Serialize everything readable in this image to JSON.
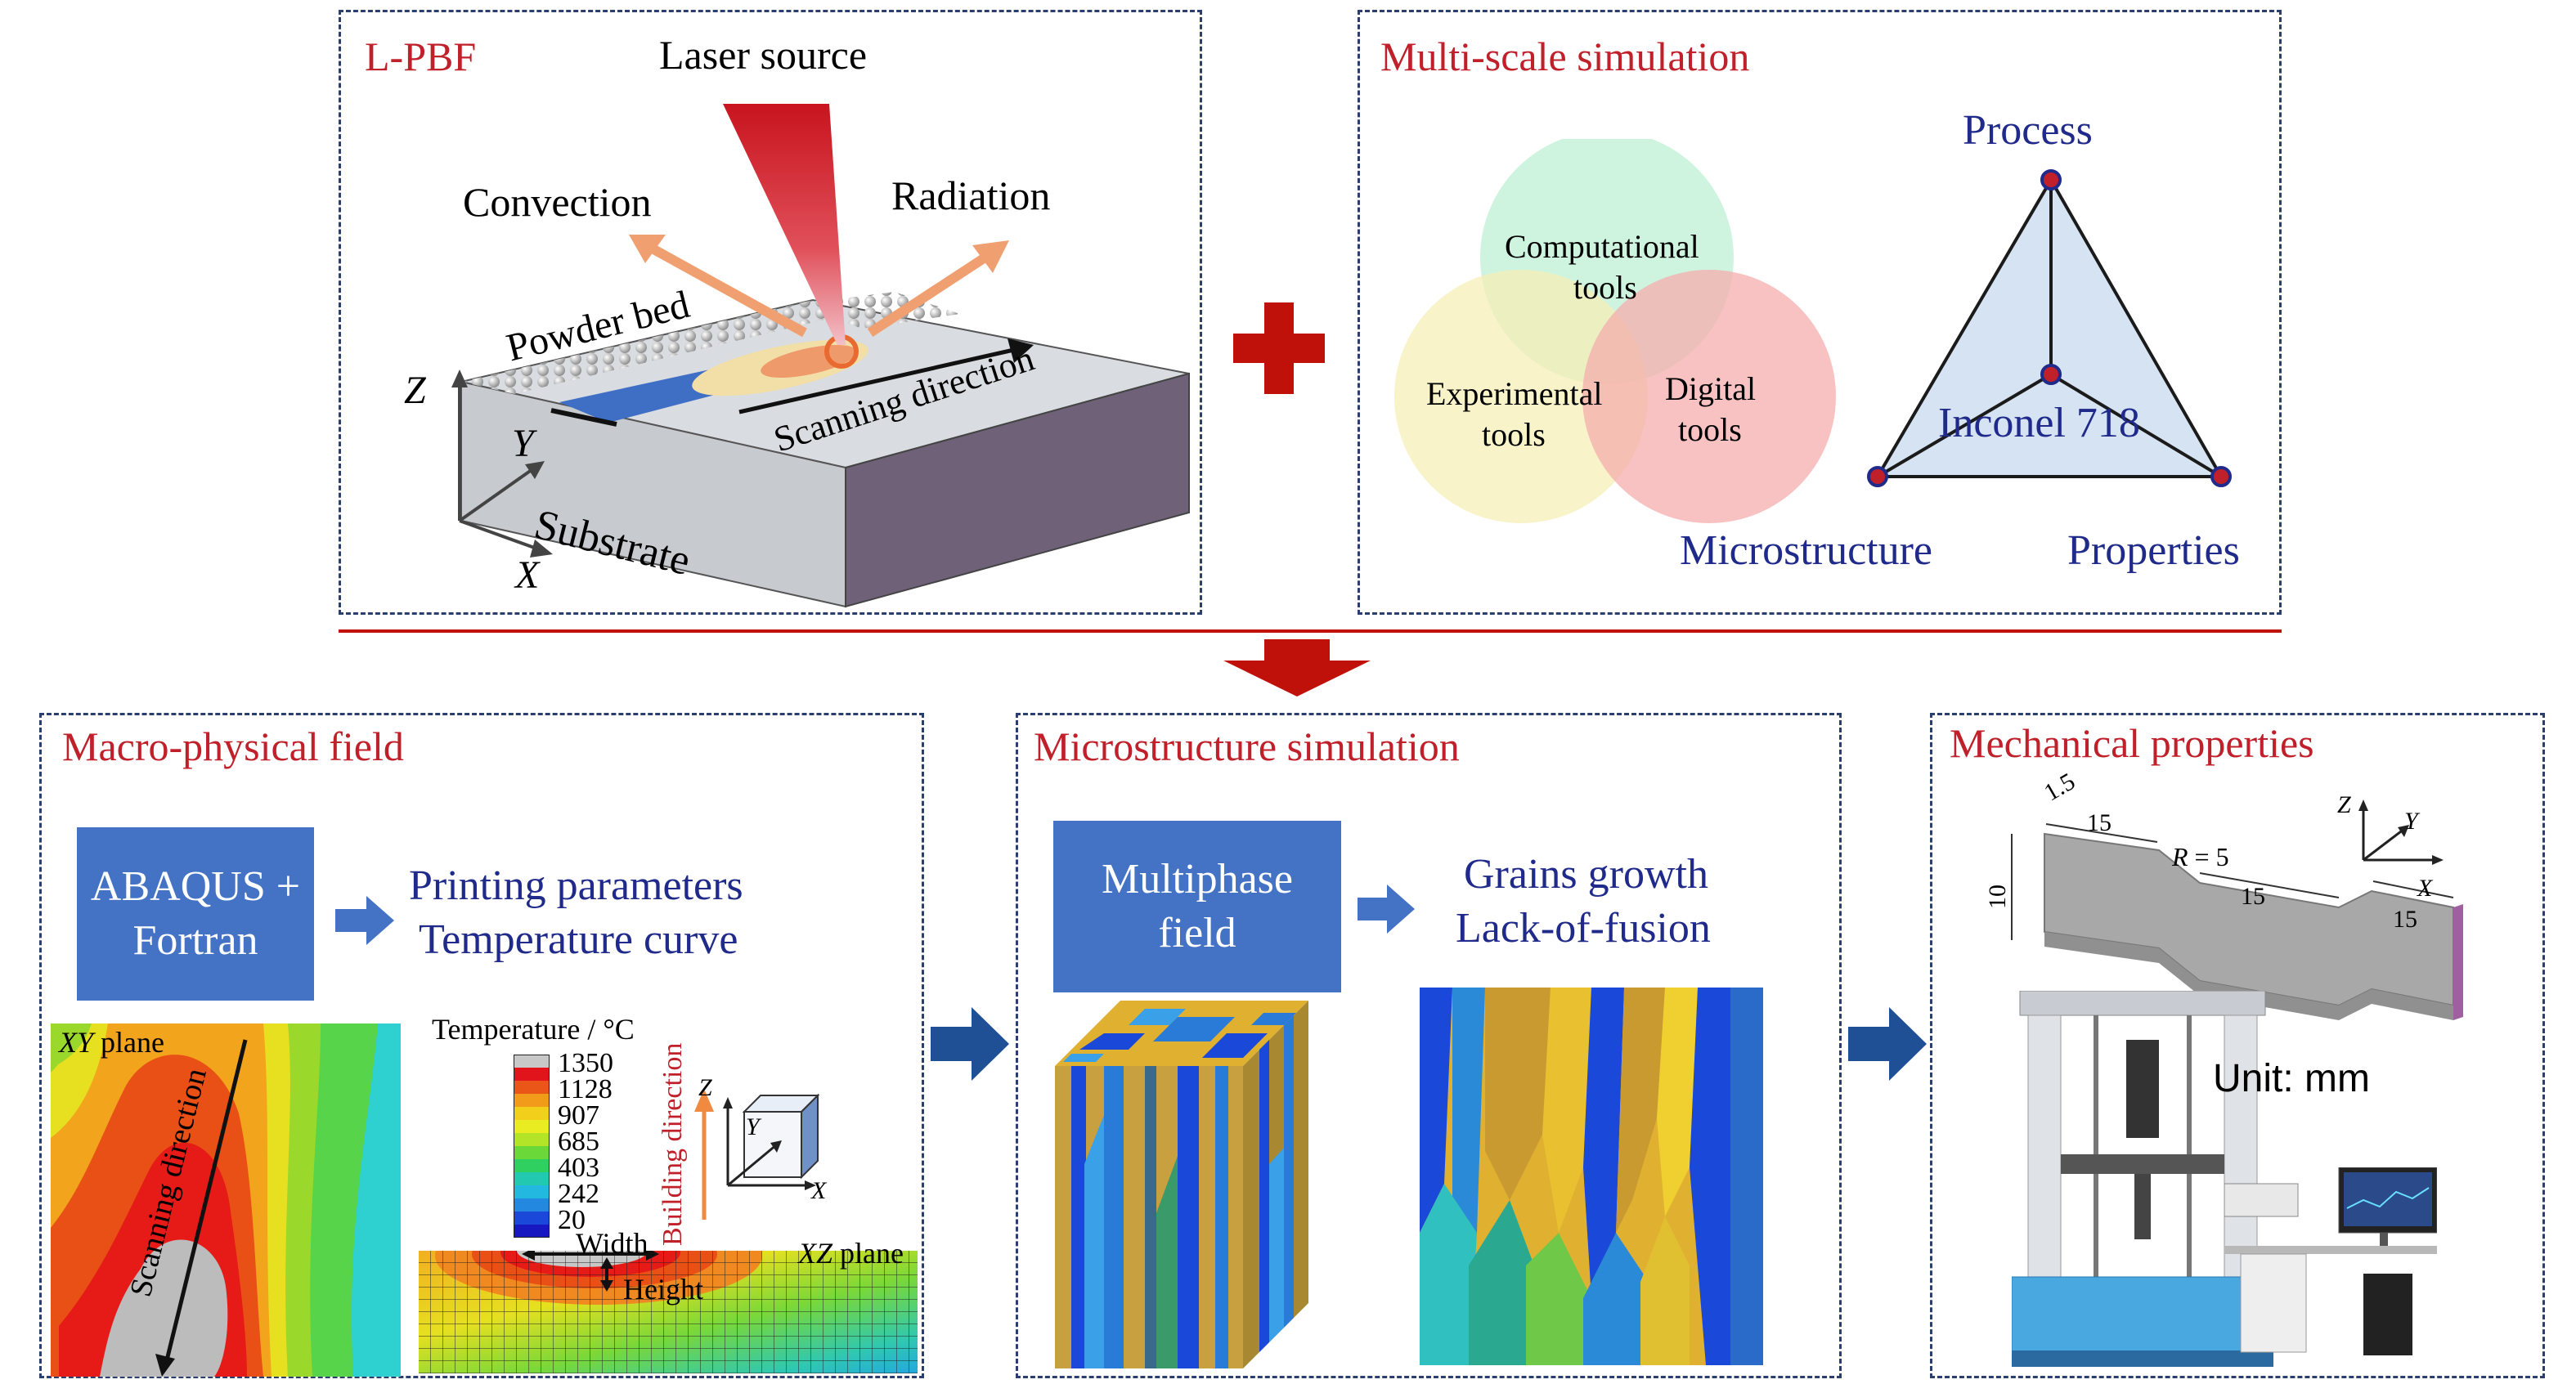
{
  "colors": {
    "title_red": "#c0202a",
    "panel_border": "#2b3f6e",
    "box_blue": "#4472c4",
    "navy_text": "#1f2a8a",
    "arrow_blue": "#1f5096",
    "arrow_red": "#c0100a"
  },
  "lpbf": {
    "title": "L-PBF",
    "laser_source": "Laser source",
    "convection": "Convection",
    "radiation": "Radiation",
    "powder_bed": "Powder bed",
    "scanning_direction": "Scanning direction",
    "substrate": "Substrate",
    "axis_z": "Z",
    "axis_y": "Y",
    "axis_x": "X"
  },
  "multiscale": {
    "title": "Multi-scale simulation",
    "computational_l1": "Computational",
    "computational_l2": "tools",
    "experimental_l1": "Experimental",
    "experimental_l2": "tools",
    "digital_l1": "Digital",
    "digital_l2": "tools",
    "process": "Process",
    "material": "Inconel 718",
    "microstructure": "Microstructure",
    "properties": "Properties"
  },
  "macro": {
    "title": "Macro-physical field",
    "box_l1": "ABAQUS +",
    "box_l2": "Fortran",
    "out_l1": "Printing parameters",
    "out_l2": "Temperature curve",
    "xy_plane_axes": "XY",
    "xy_plane_word": " plane",
    "scanning_direction": "Scanning direction",
    "legend_title": "Temperature / °C",
    "legend_values": [
      "1350",
      "1128",
      "907",
      "685",
      "403",
      "242",
      "20"
    ],
    "building_direction": "Building direction",
    "axis_z": "Z",
    "axis_y": "Y",
    "axis_x": "X",
    "width": "Width",
    "height": "Height",
    "xz_plane_axes": "XZ",
    "xz_plane_word": " plane"
  },
  "micro": {
    "title": "Microstructure simulation",
    "box_l1": "Multiphase",
    "box_l2": "field",
    "out_l1": "Grains growth",
    "out_l2": "Lack-of-fusion"
  },
  "mech": {
    "title": "Mechanical properties",
    "dim_1_5": "1.5",
    "dim_15_a": "15",
    "dim_r": "R",
    "dim_r_val": " = 5",
    "dim_15_b": "15",
    "dim_15_c": "15",
    "dim_10": "10",
    "axis_z": "Z",
    "axis_y": "Y",
    "axis_x": "X",
    "unit": "Unit: mm"
  }
}
